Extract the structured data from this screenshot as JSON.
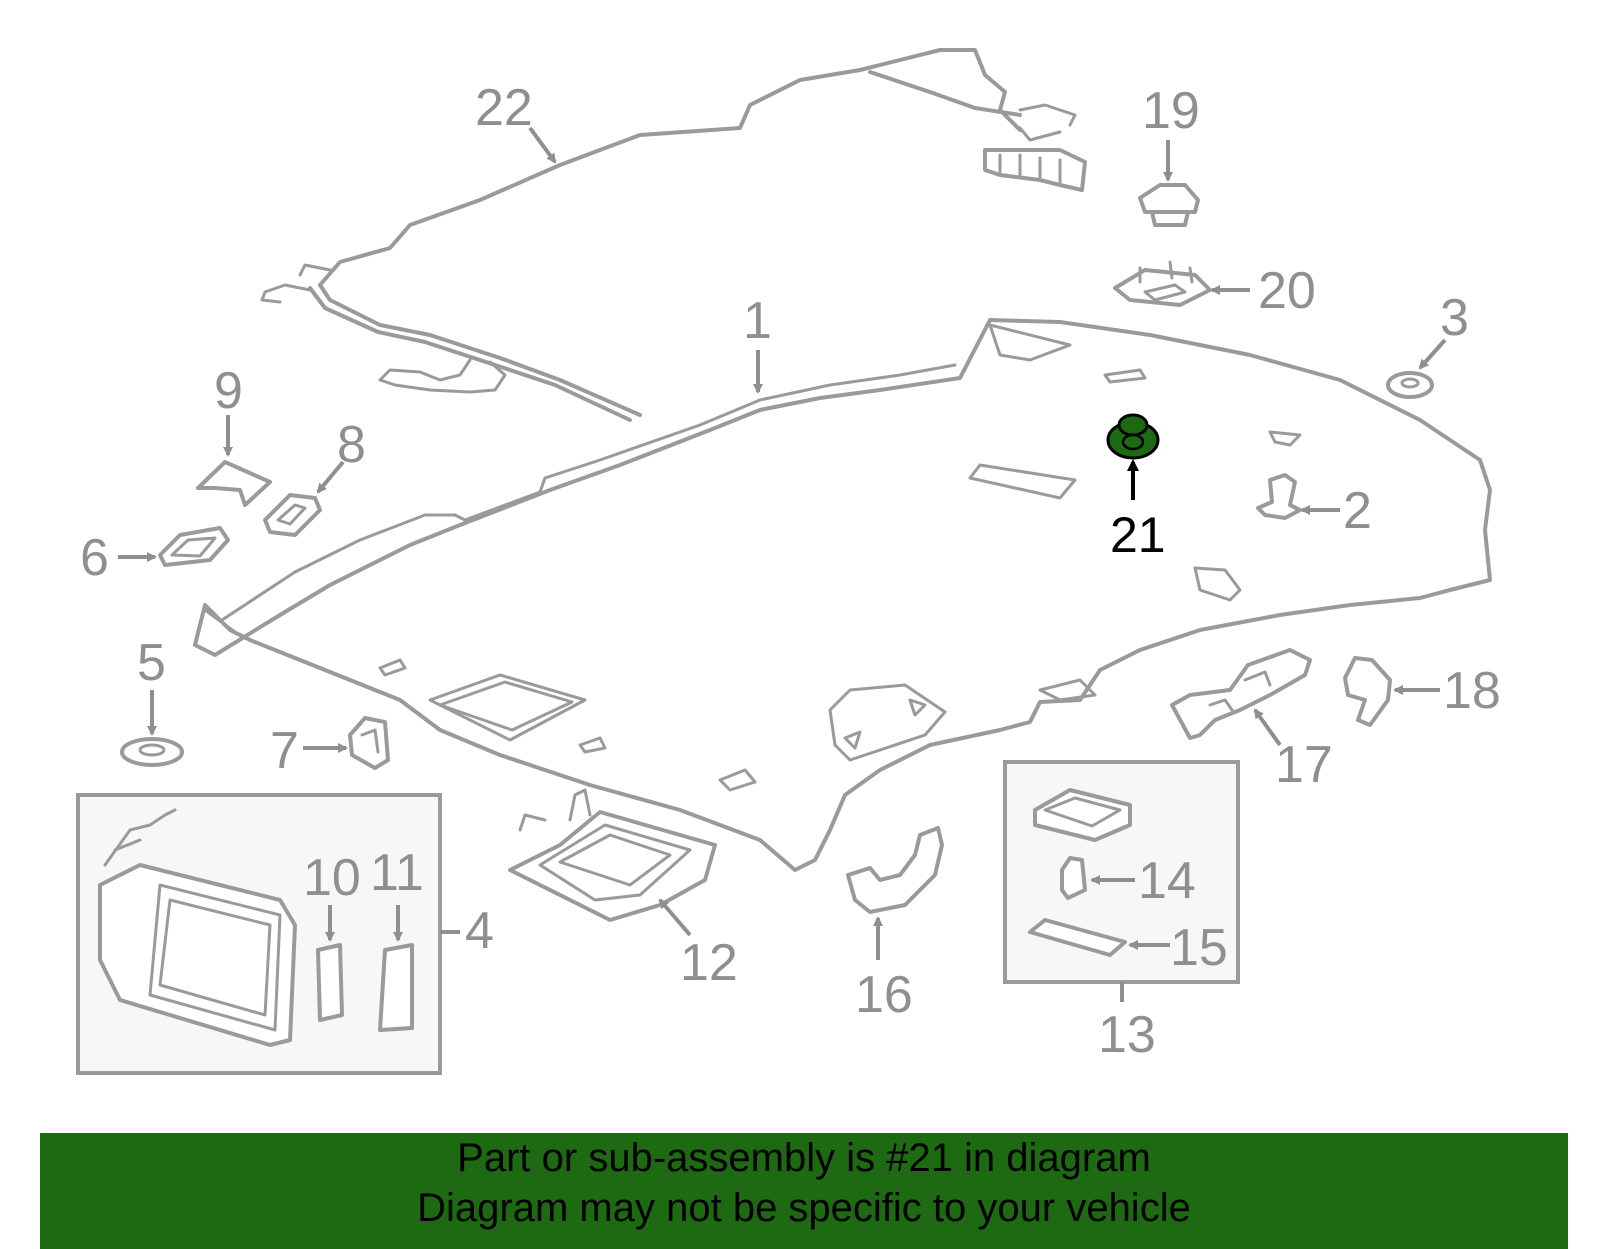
{
  "labels": {
    "p1": "1",
    "p2": "2",
    "p3": "3",
    "p4": "4",
    "p5": "5",
    "p6": "6",
    "p7": "7",
    "p8": "8",
    "p9": "9",
    "p10": "10",
    "p11": "11",
    "p12": "12",
    "p13": "13",
    "p14": "14",
    "p15": "15",
    "p16": "16",
    "p17": "17",
    "p18": "18",
    "p19": "19",
    "p20": "20",
    "p21": "21",
    "p22": "22"
  },
  "highlighted_part": "21",
  "colors": {
    "highlight": "#1d6a12",
    "outline": "#9a9a9a",
    "banner": "#1d6a12"
  },
  "banner": {
    "line1": "Part or sub-assembly is #21 in diagram",
    "line2": "Diagram may not be specific to your vehicle"
  }
}
